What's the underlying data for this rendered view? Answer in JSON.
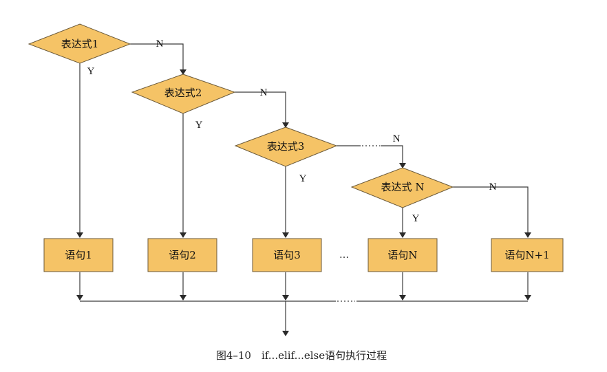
{
  "diagram": {
    "nodes": {
      "expr1": "表达式1",
      "expr2": "表达式2",
      "expr3": "表达式3",
      "exprN": "表达式 N",
      "stmt1": "语句1",
      "stmt2": "语句2",
      "stmt3": "语句3",
      "stmtN": "语句N",
      "stmtN1": "语句N+1"
    },
    "edge_labels": {
      "no": "N",
      "yes": "Y"
    },
    "ellipsis": "…",
    "caption": "图4–10　if...elif...else语句执行过程"
  }
}
